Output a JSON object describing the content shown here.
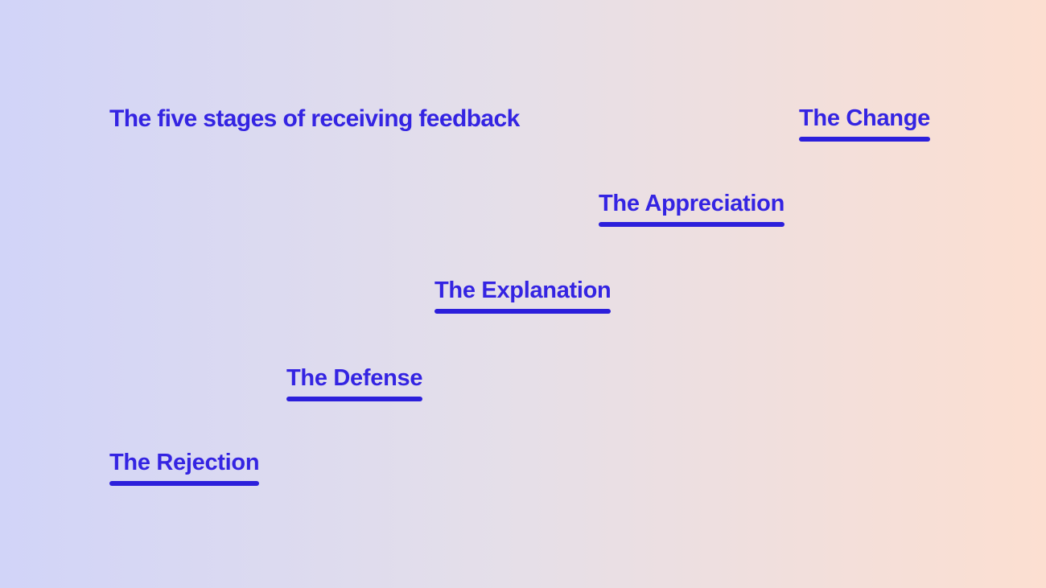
{
  "title": "The five stages of receiving feedback",
  "stages": [
    {
      "label": "The Rejection"
    },
    {
      "label": "The Defense"
    },
    {
      "label": "The Explanation"
    },
    {
      "label": "The Appreciation"
    },
    {
      "label": "The Change"
    }
  ],
  "colors": {
    "text_blue": "#3424e2",
    "underline_blue": "#2c1fdb",
    "background_left": "#d1d4f8",
    "background_mid": "#e5dfe9",
    "background_right": "#fcdfd1"
  }
}
